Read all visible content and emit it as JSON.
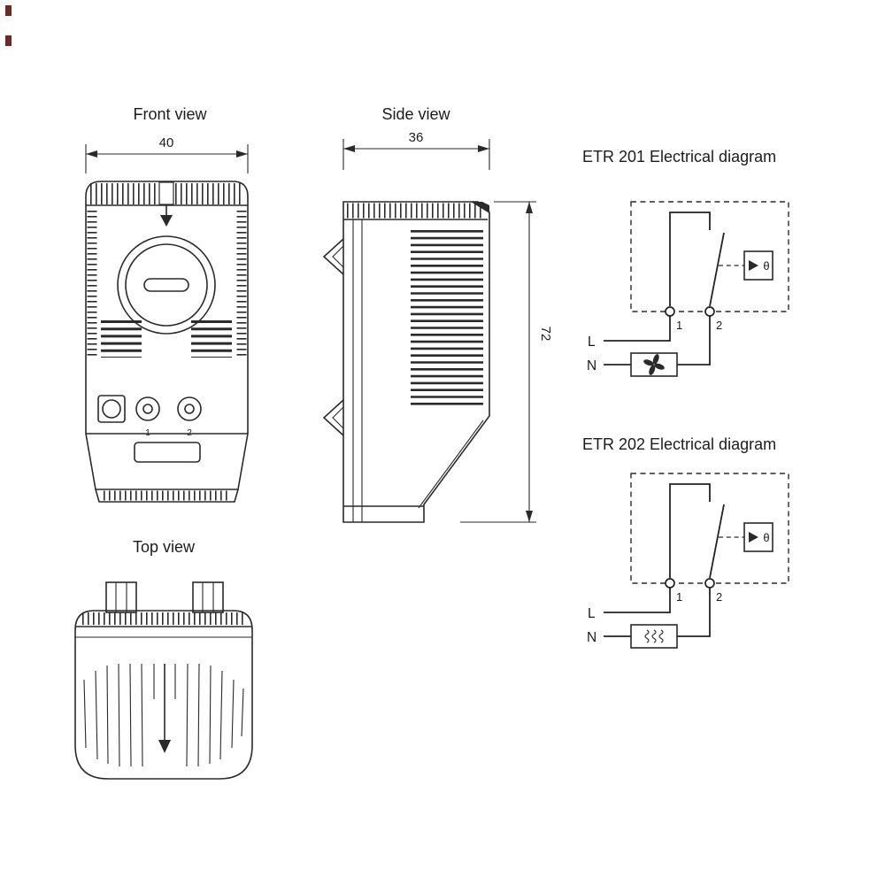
{
  "canvas": {
    "background": "#ffffff",
    "ink": "#2a2a2a"
  },
  "views": {
    "front": {
      "label": "Front view",
      "width_dim": "40",
      "terminal_1": "1",
      "terminal_2": "2"
    },
    "side": {
      "label": "Side view",
      "width_dim": "36",
      "height_dim": "72"
    },
    "top": {
      "label": "Top view"
    }
  },
  "diagrams": {
    "etr201": {
      "title": "ETR 201 Electrical diagram",
      "terminal_1": "1",
      "terminal_2": "2",
      "live": "L",
      "neutral": "N",
      "sensor_symbol": "θ",
      "load": "fan"
    },
    "etr202": {
      "title": "ETR 202 Electrical diagram",
      "terminal_1": "1",
      "terminal_2": "2",
      "live": "L",
      "neutral": "N",
      "sensor_symbol": "θ",
      "load": "heater"
    }
  }
}
